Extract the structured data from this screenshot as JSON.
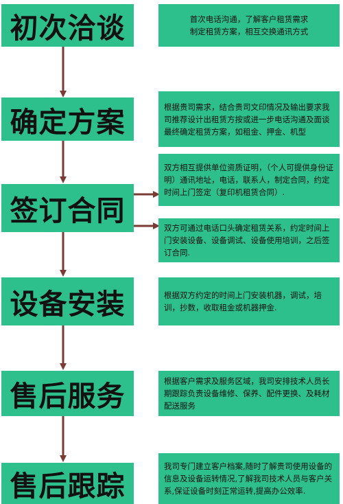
{
  "colors": {
    "box": "#2dbf8c",
    "arrow": "#7a3b35",
    "text": "#111111"
  },
  "steps": [
    {
      "title": "初次洽谈",
      "desc": "首次电话沟通，了解客户租赁需求\n制定租赁方案，相互交换通讯方式"
    },
    {
      "title": "确定方案",
      "desc": "根据贵司需求，结合贵司文印情况及输出要求我司推荐设计出租赁方按或进一步电话沟通及面谈最终确定租赁方案，如租金、押金、机型"
    },
    {
      "title": "签订合同",
      "desc_a": "双方相互提供单位资质证明，（个人可提供身份证明）通讯地址，电话，联系人，制定合同，约定时间上门签定（复印机租赁合同）.",
      "desc_b": "双方可通过电话口头确定租赁关系，约定时间上门安装设备、设备调试、设备使用培训，之后签订合同."
    },
    {
      "title": "设备安装",
      "desc": "根据双方约定的时间上门安装机器，调试，培训，抄数，收取租金或机器押金."
    },
    {
      "title": "售后服务",
      "desc": "根据客户需求及服务区域，我司安排技术人员长期跟踪负责设备维修、保养、配件更换、及耗材配送服务"
    },
    {
      "title": "售后跟踪",
      "desc": "我司专门建立客户档案,随时了解贵司使用设备的信息及设备运转情况,了解我司技术人员与客户关系,保证设备时刻正常运转,提高办公效率."
    }
  ]
}
